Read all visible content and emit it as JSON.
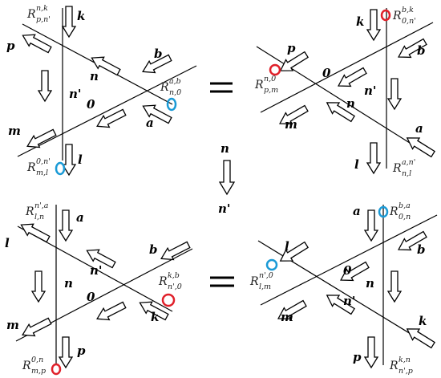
{
  "panels": [
    {
      "id": "tl",
      "labels": {
        "top": "k",
        "left_top": "p",
        "right_top": "b",
        "mid1": "n",
        "mid2": "n'",
        "mid3": "0",
        "right_bottom": "a",
        "left_bottom": "m",
        "bottom": "l"
      },
      "R": [
        {
          "pos": "top",
          "base": "R",
          "sub": "p,n'",
          "sup": "n,k"
        },
        {
          "pos": "right",
          "base": "R",
          "sub": "n,0",
          "sup": "a,b"
        },
        {
          "pos": "bottom",
          "base": "R",
          "sub": "m,l",
          "sup": "0,n'"
        }
      ]
    },
    {
      "id": "tr",
      "labels": {
        "top": "k",
        "left_top": "p",
        "right_top": "b",
        "mid1": "0",
        "mid2": "n'",
        "mid3": "n",
        "right_bottom": "a",
        "left_bottom": "m",
        "bottom": "l"
      },
      "R": [
        {
          "pos": "top",
          "base": "R",
          "sub": "0,n'",
          "sup": "b,k"
        },
        {
          "pos": "left",
          "base": "R",
          "sub": "p,m",
          "sup": "n,0"
        },
        {
          "pos": "bottom",
          "base": "R",
          "sub": "n,l",
          "sup": "a,n'"
        }
      ]
    },
    {
      "id": "bl",
      "labels": {
        "top": "a",
        "left_top": "l",
        "right_top": "b",
        "mid1": "n'",
        "mid2": "n",
        "mid3": "0",
        "right_bottom": "k",
        "left_bottom": "m",
        "bottom": "p"
      },
      "R": [
        {
          "pos": "top",
          "base": "R",
          "sub": "l,n",
          "sup": "n',a"
        },
        {
          "pos": "right",
          "base": "R",
          "sub": "n',0",
          "sup": "k,b"
        },
        {
          "pos": "bottom",
          "base": "R",
          "sub": "m,p",
          "sup": "0,n"
        }
      ]
    },
    {
      "id": "br",
      "labels": {
        "top": "a",
        "left_top": "l",
        "right_top": "b",
        "mid1": "0",
        "mid2": "n",
        "mid3": "n'",
        "right_bottom": "k",
        "left_bottom": "m",
        "bottom": "p"
      },
      "R": [
        {
          "pos": "top",
          "base": "R",
          "sub": "0,n",
          "sup": "b,a"
        },
        {
          "pos": "left",
          "base": "R",
          "sub": "l,m",
          "sup": "n',0"
        },
        {
          "pos": "bottom",
          "base": "R",
          "sub": "n',p",
          "sup": "k,n"
        }
      ]
    }
  ],
  "middle": {
    "from": "n",
    "to": "n'"
  },
  "colors": {
    "red": "#e0202a",
    "blue": "#1a9ad6",
    "black": "#000000"
  }
}
